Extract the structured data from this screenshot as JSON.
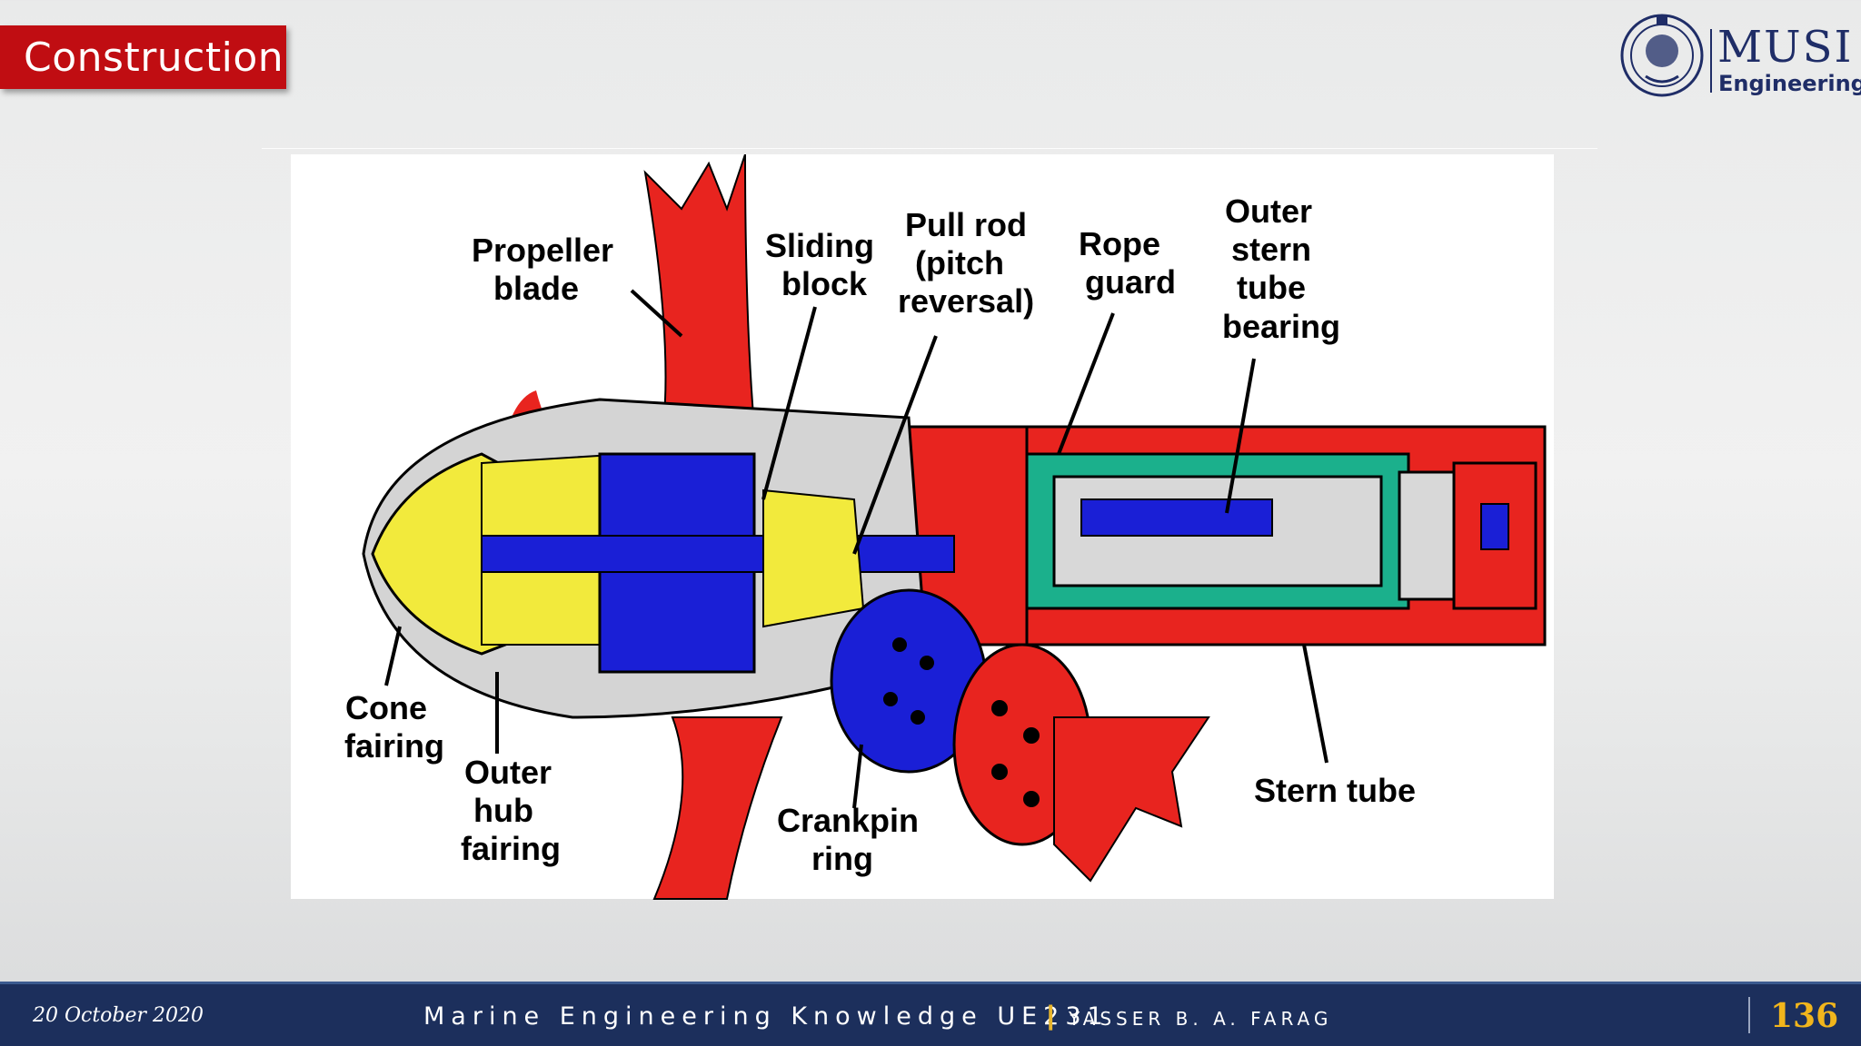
{
  "slide": {
    "title": "Construction",
    "logo": {
      "name": "MUSI",
      "subtitle": "Engineering",
      "emblem_icon": "university-seal-icon"
    }
  },
  "diagram": {
    "labels": {
      "propeller_blade": [
        "Propeller",
        "blade"
      ],
      "sliding_block": [
        "Sliding",
        "block"
      ],
      "pull_rod": [
        "Pull rod",
        "(pitch",
        "reversal)"
      ],
      "rope_guard": [
        "Rope",
        "guard"
      ],
      "outer_stern_tube_bearing": [
        "Outer",
        "stern",
        "tube",
        "bearing"
      ],
      "cone_fairing": [
        "Cone",
        "fairing"
      ],
      "outer_hub_fairing": [
        "Outer",
        "hub",
        "fairing"
      ],
      "crankpin_ring": [
        "Crankpin",
        "ring"
      ],
      "stern_tube": [
        "Stern tube"
      ]
    },
    "colors": {
      "red": "#e8241f",
      "blue": "#1a1fd6",
      "yellow": "#f2ea3c",
      "teal": "#1bb08c",
      "grey": "#d4d4d4"
    }
  },
  "footer": {
    "date": "20 October 2020",
    "course": "Marine Engineering Knowledge UE231",
    "separator": "|",
    "author": "YASSER B. A. FARAG",
    "page": "136"
  }
}
